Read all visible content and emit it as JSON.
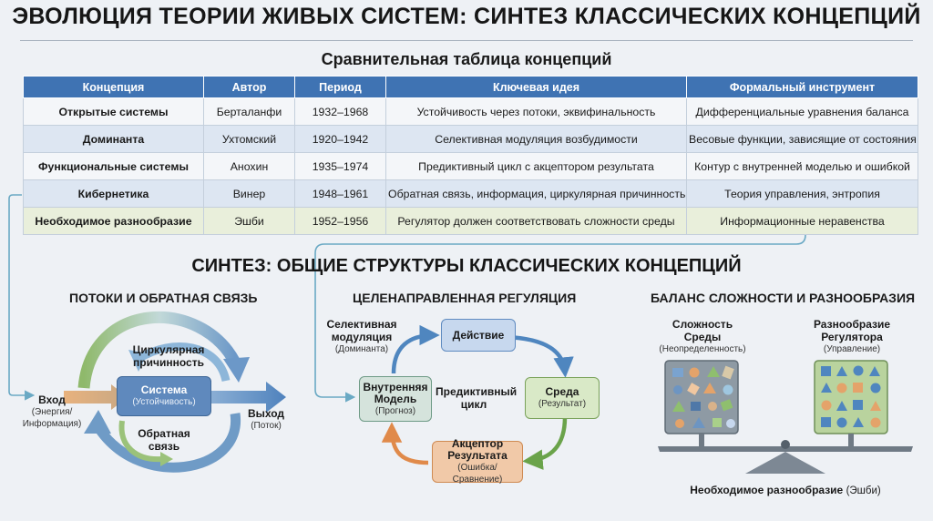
{
  "main_title": "ЭВОЛЮЦИЯ ТЕОРИИ ЖИВЫХ СИСТЕМ: СИНТЕЗ КЛАССИЧЕСКИХ КОНЦЕПЦИЙ",
  "table": {
    "title": "Сравнительная таблица концепций",
    "headers": [
      "Концепция",
      "Автор",
      "Период",
      "Ключевая идея",
      "Формальный инструмент"
    ],
    "rows": [
      [
        "Открытые системы",
        "Берталанфи",
        "1932–1968",
        "Устойчивость через потоки, эквифинальность",
        "Дифференциальные уравнения баланса"
      ],
      [
        "Доминанта",
        "Ухтомский",
        "1920–1942",
        "Селективная модуляция возбудимости",
        "Весовые функции, зависящие от состояния"
      ],
      [
        "Функциональные системы",
        "Анохин",
        "1935–1974",
        "Предиктивный цикл с акцептором результата",
        "Контур с внутренней моделью и ошибкой"
      ],
      [
        "Кибернетика",
        "Винер",
        "1948–1961",
        "Обратная связь, информация, циркулярная причинность",
        "Теория управления, энтропия"
      ],
      [
        "Необходимое разнообразие",
        "Эшби",
        "1952–1956",
        "Регулятор должен соответствовать сложности среды",
        "Информационные неравенства"
      ]
    ]
  },
  "synthesis": {
    "title": "СИНТЕЗ: ОБЩИЕ СТРУКТУРЫ КЛАССИЧЕСКИХ КОНЦЕПЦИЙ",
    "flows": {
      "title": "ПОТОКИ И ОБРАТНАЯ СВЯЗЬ",
      "circular": "Циркулярная причинность",
      "system": "Система",
      "system_sub": "(Устойчивость)",
      "input": "Вход",
      "input_sub": "(Энергия/ Информация)",
      "output": "Выход",
      "output_sub": "(Поток)",
      "feedback": "Обратная связь"
    },
    "regulation": {
      "title": "ЦЕЛЕНАПРАВЛЕННАЯ РЕГУЛЯЦИЯ",
      "selective": "Селективная модуляция",
      "selective_sub": "(Доминанта)",
      "action": "Действие",
      "model": "Внутренняя Модель",
      "model_sub": "(Прогноз)",
      "cycle": "Предиктивный цикл",
      "env": "Среда",
      "env_sub": "(Результат)",
      "acceptor": "Акцептор Результата",
      "acceptor_sub": "(Ошибка/Сравнение)"
    },
    "balance": {
      "title": "БАЛАНС СЛОЖНОСТИ И РАЗНООБРАЗИЯ",
      "left": "Сложность Среды",
      "left_sub": "(Неопределенность)",
      "right": "Разнообразие Регулятора",
      "right_sub": "(Управление)",
      "footer": "Необходимое разнообразие",
      "footer_sub": "(Эшби)"
    }
  },
  "colors": {
    "header_blue": "#3f73b3",
    "row_light": "#f4f6f9",
    "row_blue": "#dde6f2",
    "row_green": "#e9efdb",
    "system_box": "#5f89bd",
    "action_box": "#c7d8ee",
    "model_box": "#d5e3dc",
    "env_box": "#d9e9c7",
    "acceptor_box": "#f1c9a8",
    "connector": "#6aa9c4"
  }
}
